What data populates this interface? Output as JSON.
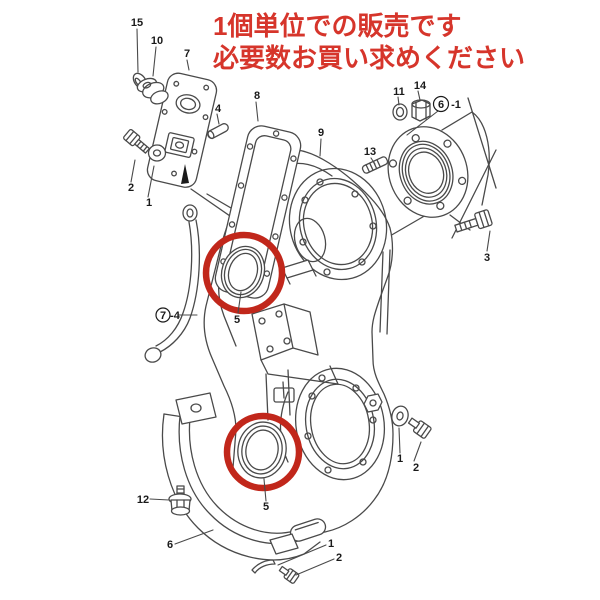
{
  "notice": {
    "line1": "1個単位での販売です",
    "line2": "必要数お買い求めください",
    "color": "#d6352b"
  },
  "diagram": {
    "type": "exploded-parts-drawing",
    "line_color": "#4a4a4a",
    "highlight": {
      "shape": "circle",
      "color": "#c1271b",
      "around_part": "5",
      "count": 2
    },
    "labels": {
      "l15": "15",
      "l10": "10",
      "l7": "7",
      "l4": "4",
      "l8": "8",
      "l9": "9",
      "l11": "11",
      "l14": "14",
      "l6_1_circle": "6",
      "l6_1_suffix": "-1",
      "l13": "13",
      "l3": "3",
      "l2_left": "2",
      "l1_left": "1",
      "l7_4_circle": "7",
      "l7_4_suffix": "-4",
      "l5_upper": "5",
      "l12": "12",
      "l6": "6",
      "l5_lower": "5",
      "l1_bottom": "1",
      "l2_bottom": "2",
      "l1_right": "1",
      "l2_right": "2"
    }
  }
}
